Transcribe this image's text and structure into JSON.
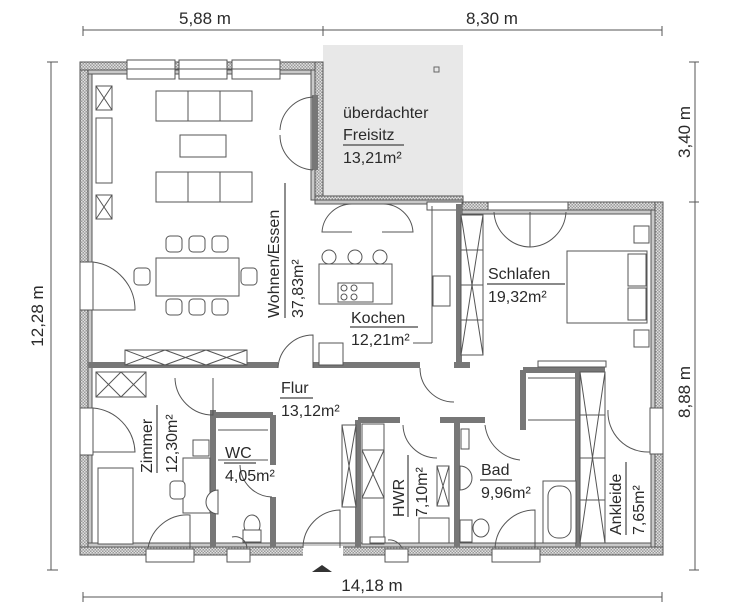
{
  "plan": {
    "dimensions": {
      "top_left": "5,88 m",
      "top_right": "8,30 m",
      "bottom": "14,18 m",
      "left": "12,28 m",
      "right_top": "3,40 m",
      "right_bottom": "8,88 m"
    },
    "rooms": [
      {
        "name": "überdachter",
        "name2": "Freisitz",
        "area": "13,21m²"
      },
      {
        "name": "Wohnen/Essen",
        "area": "37,83m²"
      },
      {
        "name": "Kochen",
        "area": "12,21m²"
      },
      {
        "name": "Schlafen",
        "area": "19,32m²"
      },
      {
        "name": "Flur",
        "area": "13,12m²"
      },
      {
        "name": "Zimmer",
        "area": "12,30m²"
      },
      {
        "name": "WC",
        "area": "4,05m²"
      },
      {
        "name": "HWR",
        "area": "7,10m²"
      },
      {
        "name": "Bad",
        "area": "9,96m²"
      },
      {
        "name": "Ankleide",
        "area": "7,65m²"
      }
    ],
    "colors": {
      "terrace": "#e8e8e8",
      "wall_fill": "#c9c9c9",
      "line": "#555555"
    }
  }
}
